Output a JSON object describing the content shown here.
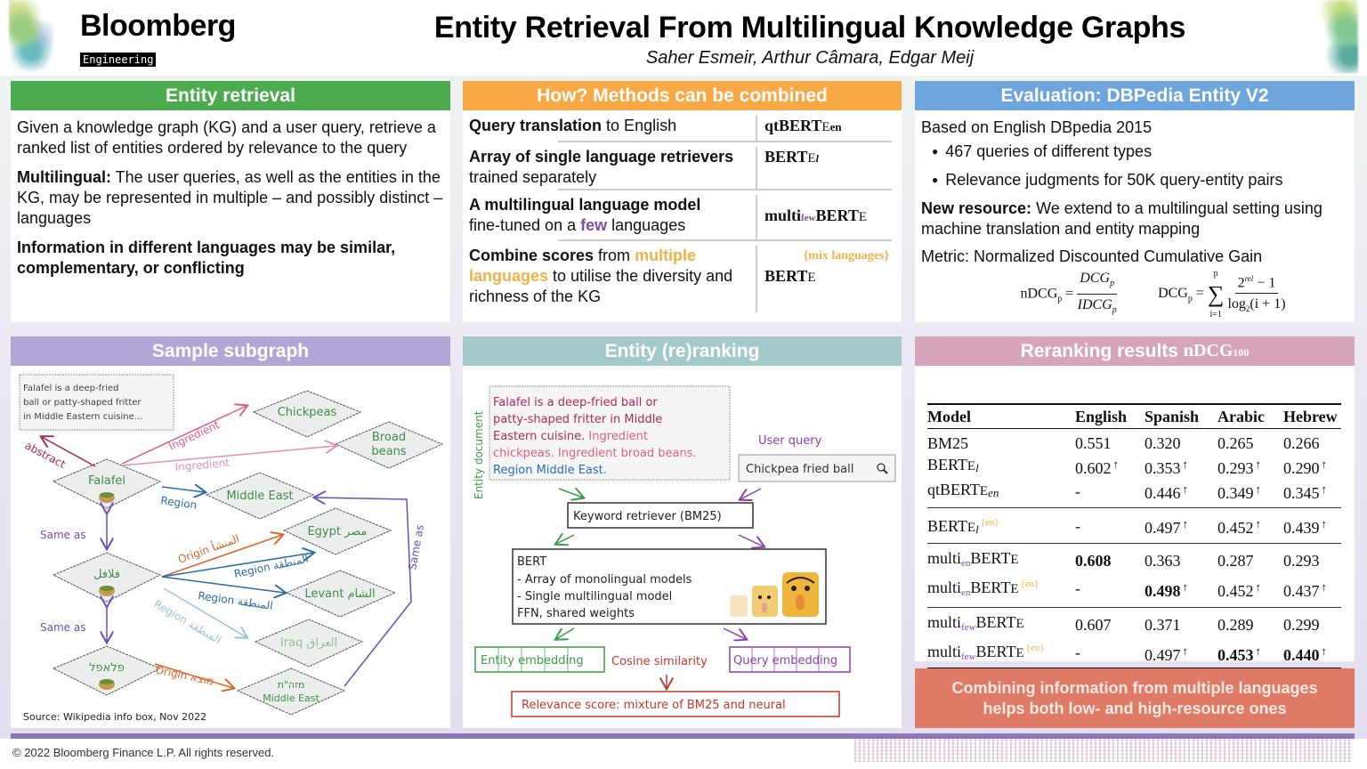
{
  "brand": {
    "name": "Bloomberg",
    "tag": "Engineering"
  },
  "header": {
    "title": "Entity Retrieval From Multilingual Knowledge Graphs",
    "authors": "Saher Esmeir, Arthur Câmara, Edgar Meij"
  },
  "colors": {
    "entity_retrieval": "#4caa4f",
    "methods": "#f8a845",
    "evaluation": "#6ea5dc",
    "subgraph": "#b3a6d6",
    "reranking": "#a3c9cb",
    "results": "#d6a5b9",
    "conclusion": "#de7a66",
    "footer_bar": "#8b78b8"
  },
  "entity_retrieval": {
    "title": "Entity retrieval",
    "p1": "Given a knowledge graph (KG) and a user query, retrieve a ranked list of entities ordered by relevance to the query",
    "p2_bold": "Multilingual:",
    "p2_rest": " The user queries, as well as the entities in the KG, may be represented in multiple – and possibly distinct – languages",
    "p3": "Information in different languages may be similar, complementary, or conflicting"
  },
  "methods": {
    "title": "How? Methods can be combined",
    "rows": [
      {
        "bold": "Query translation",
        "rest": " to English",
        "model_main": "qtBERT",
        "model_sc": "E",
        "model_sub": "en"
      },
      {
        "bold": "Array of single language retrievers",
        "line2": "trained separately",
        "model_main": "BERT",
        "model_sc": "E",
        "model_sub": "l"
      },
      {
        "bold": "A multilingual language model",
        "line2_pre": "fine-tuned on a ",
        "line2_hl": "few",
        "line2_post": " languages",
        "model_pre": "multi",
        "model_few": "few",
        "model_main": "BERT",
        "model_sc": "E"
      },
      {
        "bold": "Combine scores",
        "rest": " from ",
        "hl1": "multiple",
        "hl2": "languages",
        "rest2": " to utilise the diversity and richness of the KG",
        "model_mix": "{mix languages}",
        "model_main": "BERT",
        "model_sc": "E"
      }
    ]
  },
  "evaluation": {
    "title": "Evaluation: DBPedia Entity V2",
    "intro": "Based on English DBpedia 2015",
    "bullets": [
      "467 queries of different types",
      "Relevance judgments for 50K query-entity pairs"
    ],
    "resource_bold": "New resource:",
    "resource_rest": " We extend to a multilingual setting using machine translation and entity mapping",
    "metric": "Metric: Normalized Discounted Cumulative Gain",
    "formula_left": "nDCG",
    "formula_left_sub": "p",
    "formula_num": "DCG",
    "formula_den": "IDCG",
    "formula_right": "DCG",
    "formula_sum_top": "p",
    "formula_sum_bot": "i=1",
    "formula_frac_num": "2",
    "formula_frac_num_sup": "rel",
    "formula_frac_num_rest": " − 1",
    "formula_frac_den": "log",
    "formula_frac_den_rest": "(i + 1)"
  },
  "subgraph": {
    "title": "Sample subgraph",
    "abstract_text": [
      "Falafel is a deep-fried",
      "ball or patty-shaped fritter",
      "in Middle Eastern cuisine..."
    ],
    "nodes": {
      "falafel": "Falafel",
      "falafel_ar": "فلافل",
      "falafel_he": "פלאפל",
      "chickpeas": "Chickpeas",
      "broad": "Broad",
      "beans": "beans",
      "middle_east": "Middle East",
      "egypt": "Egypt مصر",
      "levant": "Levant الشام",
      "iraq": "Iraq العراق",
      "middle_east_he_1": "מזה\"ת",
      "middle_east_he_2": "Middle East"
    },
    "edges": {
      "abstract": "abstract",
      "ingredient1": "Ingredient",
      "ingredient2": "Ingredient",
      "region": "Region",
      "same_as_1": "Same as",
      "same_as_2": "Same as",
      "same_as_3": "Same as",
      "origin_ar": "Origin المنشأ",
      "region_ar_1": "Region المنطقة",
      "region_ar_2": "Region المنطقة",
      "region_ar_3": "Region المنطقة",
      "origin_he": "Origin מוצא"
    },
    "source": "Source: Wikipedia info box, Nov 2022"
  },
  "reranking": {
    "title": "Entity (re)ranking",
    "doc_label": "Entity document",
    "doc_lines": [
      {
        "text": "Falafel is a deep-fried ball or",
        "color": "#b02a5a"
      },
      {
        "text": "patty-shaped fritter in Middle",
        "color": "#b02a5a"
      },
      {
        "text": "Eastern cuisine.",
        "color": "#b02a5a",
        "extra": " Ingredient",
        "extra_color": "#de5d8d"
      },
      {
        "text": "chickpeas. Ingredient broad beans.",
        "color": "#de5d8d"
      },
      {
        "text": "Region Middle East.",
        "color": "#2a6fb0"
      }
    ],
    "user_query_label": "User query",
    "user_query": "Chickpea fried ball",
    "keyword_retriever": "Keyword retriever (BM25)",
    "bert_title": "BERT",
    "bert_lines": [
      "- Array of monolingual models",
      "- Single multilingual model",
      "FFN, shared weights"
    ],
    "entity_embedding": "Entity embedding",
    "cosine": "Cosine similarity",
    "query_embedding": "Query embedding",
    "relevance": "Relevance score: mixture of BM25 and neural"
  },
  "results": {
    "title": "Reranking results",
    "title_metric": "nDCG",
    "title_metric_sub": "100",
    "columns": [
      "Model",
      "English",
      "Spanish",
      "Arabic",
      "Hebrew"
    ],
    "rows": [
      {
        "model": "BM25",
        "en": "0.551",
        "es": "0.320",
        "ar": "0.265",
        "he": "0.266"
      },
      {
        "model": "BERT",
        "sc": "E",
        "it": "l",
        "en": "0.602",
        "es": "0.353",
        "ar": "0.293",
        "he": "0.290"
      },
      {
        "model": "qtBERT",
        "sc": "E",
        "it": "en",
        "en": "-",
        "es": "0.446",
        "ar": "0.349",
        "he": "0.345"
      },
      {
        "model": "BERT",
        "sc": "E",
        "it": "l",
        "sup": "{en}",
        "en": "-",
        "es": "0.497",
        "ar": "0.452",
        "he": "0.439"
      },
      {
        "model_pre": "multi",
        "sub": "en",
        "model": "BERT",
        "sc": "E",
        "en": "0.608",
        "es": "0.363",
        "ar": "0.287",
        "he": "0.293"
      },
      {
        "model_pre": "multi",
        "sub": "en",
        "model": "BERT",
        "sc": "E",
        "sup": "{en}",
        "en": "-",
        "es": "0.498",
        "ar": "0.452",
        "he": "0.437"
      },
      {
        "model_pre": "multi",
        "sub": "few",
        "model": "BERT",
        "sc": "E",
        "en": "0.607",
        "es": "0.371",
        "ar": "0.289",
        "he": "0.299"
      },
      {
        "model_pre": "multi",
        "sub": "few",
        "model": "BERT",
        "sc": "E",
        "sup": "{en}",
        "en": "-",
        "es": "0.497",
        "ar": "0.453",
        "he": "0.440"
      }
    ],
    "up_arrow": "↑"
  },
  "conclusion": {
    "line1": "Combining information from multiple languages",
    "line2": "helps both low- and high-resource ones"
  },
  "footer": {
    "copyright": "© 2022 Bloomberg Finance L.P. All rights reserved."
  }
}
